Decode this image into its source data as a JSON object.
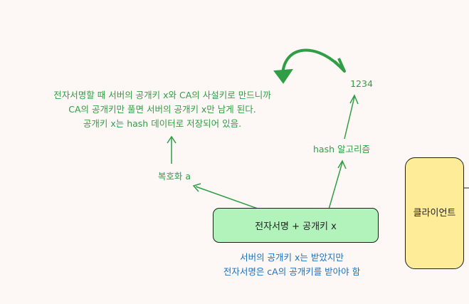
{
  "notes": {
    "signature_lines": [
      "전자서명할 때 서버의 공개키 x와 CA의 사설키로 만드니까",
      "CA의 공개키만 풀면 서버의 공개키 x만 남게 된다.",
      "공개키 x는 hash 데이터로 저장되어 있음."
    ],
    "decrypt_label": "복호화 a",
    "hash_label": "hash 알고리즘",
    "hash_value": "1234",
    "receive_lines": [
      "서버의 공개키 x는 받았지만",
      "전자서명은 cA의 공개키를 받아야 함"
    ]
  },
  "boxes": {
    "signature_box": "전자서명 + 공개키 x",
    "client_box": "클라이언트"
  },
  "colors": {
    "background": "#fdf8f6",
    "green": "#2f9e44",
    "blue": "#1971c2",
    "signature_fill": "#b2f2bb",
    "client_fill": "#ffec99"
  }
}
